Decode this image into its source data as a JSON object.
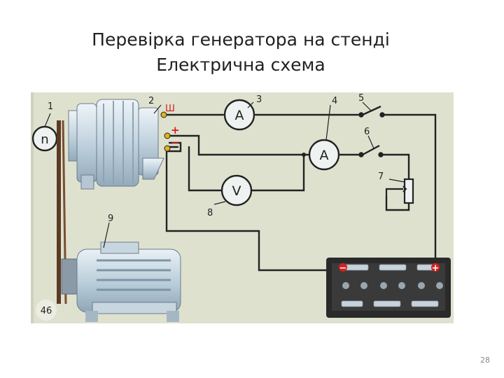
{
  "slide": {
    "title_line1": "Перевірка генератора на стенді",
    "title_line2": "Електрична схема",
    "page_number": "28"
  },
  "diagram": {
    "figure_number": "46",
    "callouts": [
      "1",
      "2",
      "3",
      "4",
      "5",
      "6",
      "7",
      "8",
      "9"
    ],
    "terminal_labels": {
      "field": "Ш",
      "positive": "+",
      "negative": "−"
    },
    "instruments": {
      "ammeter_a": "A",
      "ammeter_b": "A",
      "voltmeter": "V",
      "tachometer": "n"
    },
    "battery_labels": {
      "negative": "−",
      "positive": "+"
    },
    "colors": {
      "background": "#dfe1cf",
      "wire": "#222222",
      "terminal_red": "#d42020",
      "terminal_yellow": "#e2b21a",
      "metal": "#c6d6e2",
      "belt": "#5b3a24",
      "battery": "#2a2a2a"
    }
  }
}
